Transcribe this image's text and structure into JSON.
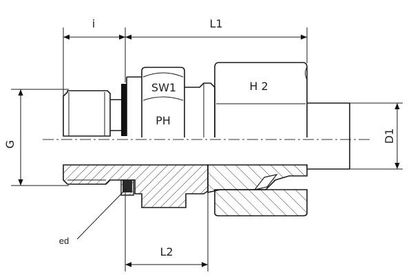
{
  "labels": {
    "i": "i",
    "l1": "L1",
    "sw1": "SW1",
    "h2": "H 2",
    "ph": "PH",
    "g": "G",
    "d1": "D1",
    "ed": "ed",
    "l2": "L2"
  }
}
